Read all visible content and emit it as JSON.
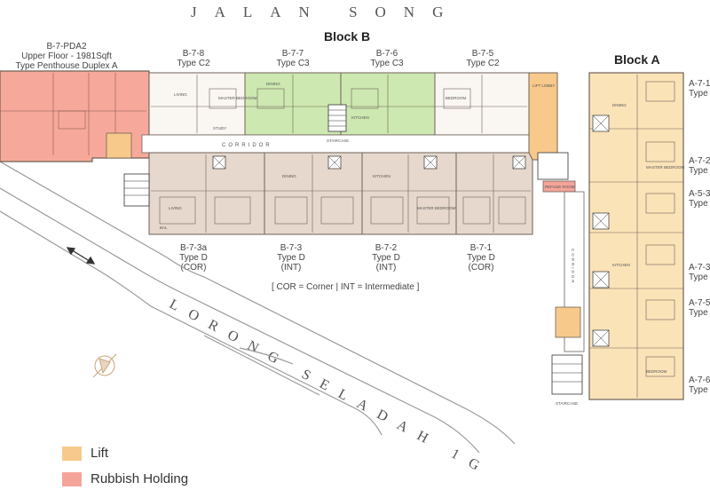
{
  "roads": {
    "top": "JALAN   SONG",
    "diagonal": "LORONG SELADAH 1G"
  },
  "blocks": {
    "b": "Block B",
    "a": "Block A"
  },
  "corridor": "CORRIDOR",
  "corridor_a": "CORRIDOR",
  "staircase": "STAIRCASE",
  "lift_lobby": "LIFT LOBBY",
  "refuse": "REFUSE ROOM",
  "penthouse": {
    "line1": "B-7-PDA2",
    "line2": "Upper Floor - 1981Sqft",
    "line3": "Type Penthouse Duplex A"
  },
  "top_units": [
    {
      "code": "B-7-8",
      "type": "Type C2"
    },
    {
      "code": "B-7-7",
      "type": "Type C3"
    },
    {
      "code": "B-7-6",
      "type": "Type C3"
    },
    {
      "code": "B-7-5",
      "type": "Type C2"
    }
  ],
  "bottom_units": [
    {
      "code": "B-7-3a",
      "type": "Type D",
      "pos": "(COR)"
    },
    {
      "code": "B-7-3",
      "type": "Type D",
      "pos": "(INT)"
    },
    {
      "code": "B-7-2",
      "type": "Type D",
      "pos": "(INT)"
    },
    {
      "code": "B-7-1",
      "type": "Type D",
      "pos": "(COR)"
    }
  ],
  "note": "[ COR = Corner  |  INT = Intermediate ]",
  "block_a_units": [
    {
      "code": "A-7-1",
      "type": "Type A"
    },
    {
      "code": "A-7-2",
      "type": "Type A"
    },
    {
      "code": "A-5-3",
      "type": "Type A"
    },
    {
      "code": "A-7-3",
      "type": "Type A"
    },
    {
      "code": "A-7-5",
      "type": "Type A"
    },
    {
      "code": "A-7-6",
      "type": "Type A"
    }
  ],
  "room_labels": {
    "living": "LIVING",
    "dining": "DINING",
    "kitchen": "KITCHEN",
    "master": "MASTER BEDROOM",
    "bedroom": "BEDROOM",
    "bal": "BAL",
    "study": "STUDY"
  },
  "legend": [
    {
      "label": "Lift",
      "color": "#f7c98a"
    },
    {
      "label": "Rubbish Holding",
      "color": "#f5a49a"
    }
  ],
  "colors": {
    "penthouse": "#f6a99a",
    "green_units": "#cde8b0",
    "beige_units": "#e6d8cc",
    "white_units": "#faf6f2",
    "block_a": "#fbe3b8",
    "lift": "#f7c98a",
    "walls": "#6f6257"
  }
}
